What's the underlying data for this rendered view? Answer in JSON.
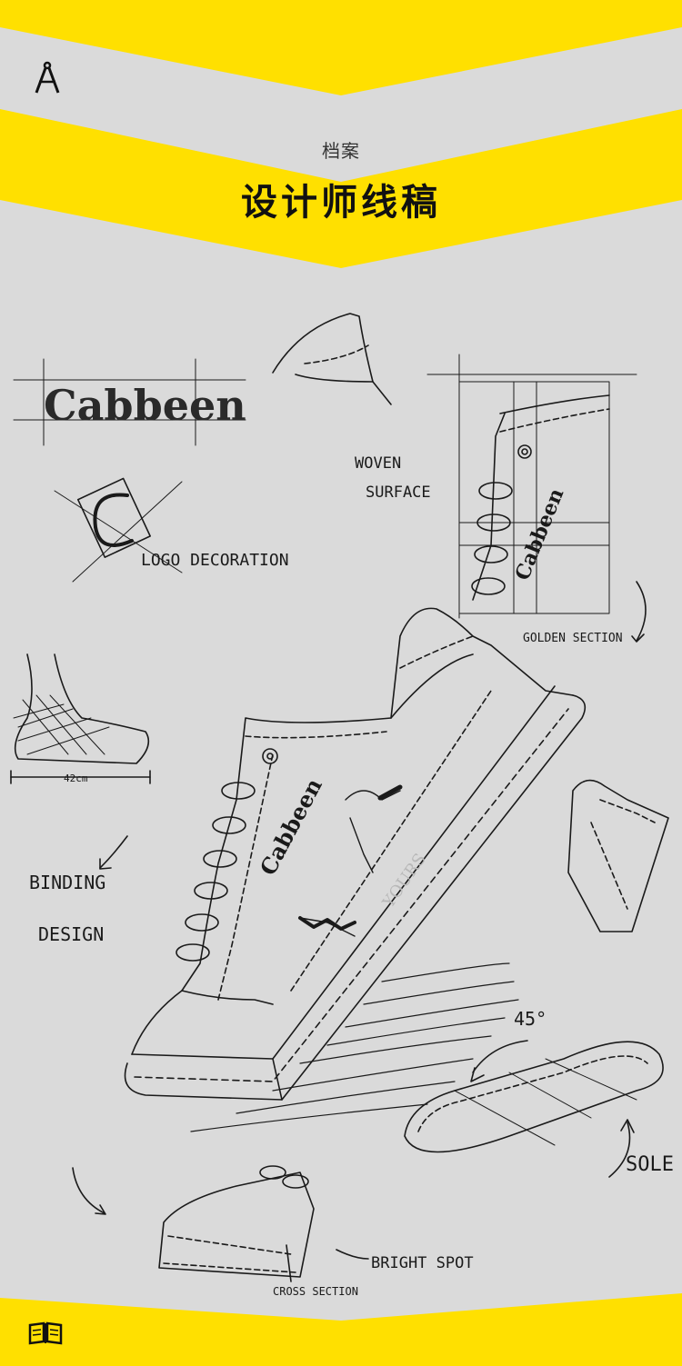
{
  "header": {
    "subtitle": "档案",
    "title": "设计师线稿"
  },
  "colors": {
    "band": "#ffe000",
    "background": "#dadada",
    "ink": "#1a1a1a"
  },
  "icons": {
    "top_left": "compass-icon",
    "bottom_left": "open-book-icon"
  },
  "annotations": {
    "brand_word": "Cabbeen",
    "logo_decoration": "LOGO DECORATION",
    "woven_surface_line1": "WOVEN",
    "woven_surface_line2": "SURFACE",
    "golden_section": "GOLDEN SECTION",
    "measurement": "42cm",
    "binding_design_line1": "BINDING",
    "binding_design_line2": "DESIGN",
    "angle": "45°",
    "sole": "SOLE",
    "bright_spot": "BRIGHT SPOT",
    "cross_section": "CROSS SECTION",
    "yours": "YOURS",
    "shoe_brand": "Cabbeen"
  }
}
